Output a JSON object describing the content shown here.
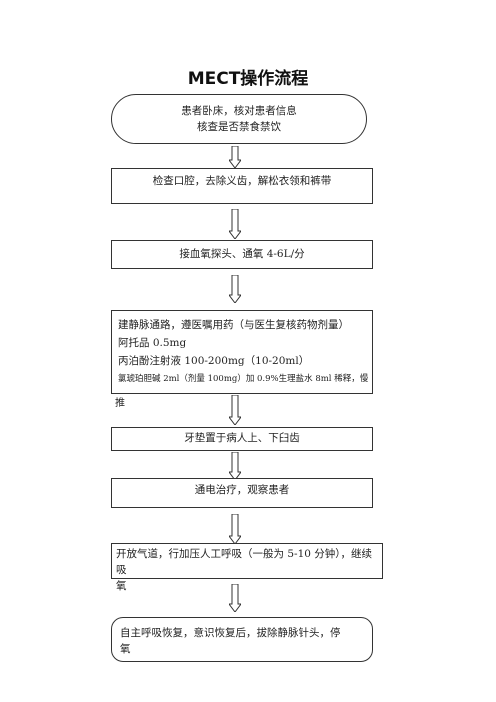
{
  "title": "MECT操作流程",
  "steps": [
    {
      "lines": [
        "患者卧床，核对患者信息",
        "核查是否禁食禁饮"
      ]
    },
    {
      "lines": [
        "检查口腔，去除义齿，解松衣领和裤带"
      ]
    },
    {
      "lines": [
        "接血氧探头、通氧 4-6L/分"
      ]
    },
    {
      "lines": [
        "建静脉通路，遵医嘱用药（与医生复核药物剂量）",
        "阿托品 0.5mg",
        "丙泊酚注射液 100-200mg（10-20ml）",
        "氯琥珀胆碱 2ml（剂量 100mg）加 0.9%生理盐水 8ml 稀释，慢"
      ],
      "overflow": "推"
    },
    {
      "lines": [
        "牙垫置于病人上、下臼齿"
      ]
    },
    {
      "lines": [
        "通电治疗，观察患者"
      ]
    },
    {
      "lines": [
        "开放气道，行加压人工呼吸（一般为 5-10 分钟），继续吸",
        "氧"
      ]
    },
    {
      "lines": [
        "自主呼吸恢复，意识恢复后，拔除静脉针头，停",
        "氧"
      ]
    }
  ]
}
